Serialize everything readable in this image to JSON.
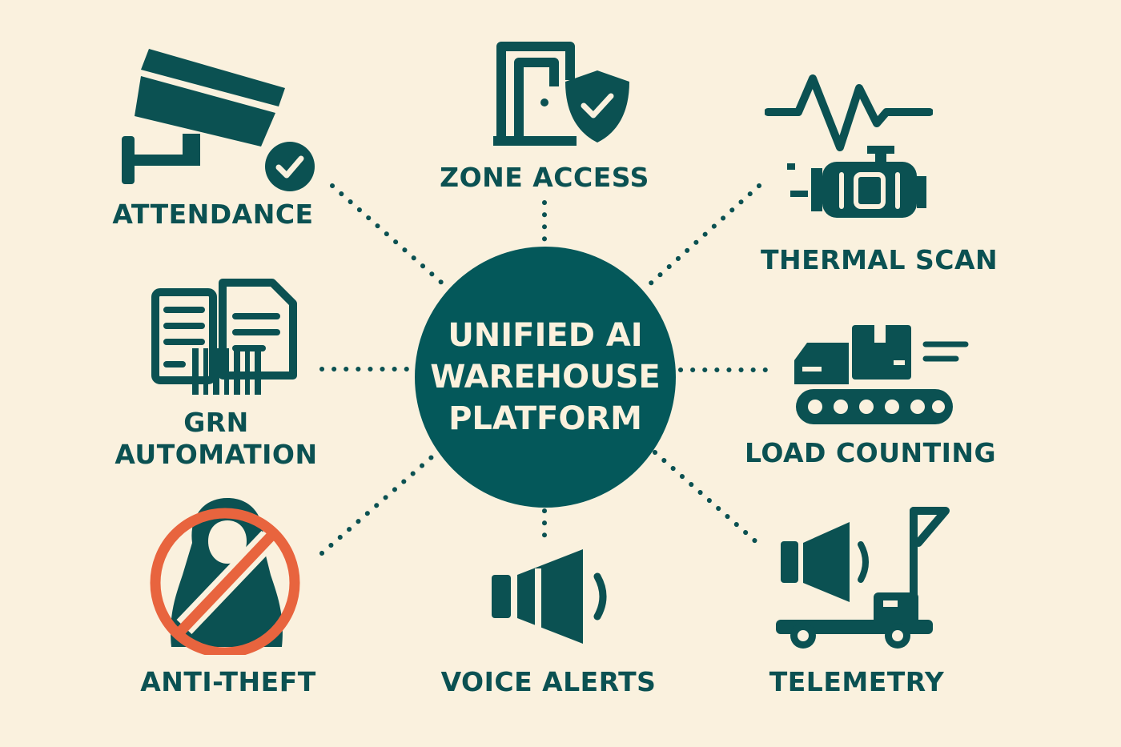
{
  "diagram": {
    "center": {
      "lines": [
        "UNIFIED AI",
        "WAREHOUSE",
        "PLATFORM"
      ]
    },
    "features": {
      "attendance": {
        "label": "ATTENDANCE",
        "icon": "cctv-camera-check-icon"
      },
      "zone_access": {
        "label": "ZONE ACCESS",
        "icon": "door-shield-icon"
      },
      "thermal_scan": {
        "label": "THERMAL SCAN",
        "icon": "heartbeat-motor-icon"
      },
      "grn_automation": {
        "lines": [
          "GRN",
          "AUTOMATION"
        ],
        "icon": "documents-barcode-icon"
      },
      "load_counting": {
        "label": "LOAD COUNTING",
        "icon": "conveyor-box-icon"
      },
      "anti_theft": {
        "label": "ANTI-THEFT",
        "icon": "no-thief-icon"
      },
      "voice_alerts": {
        "label": "VOICE ALERTS",
        "icon": "speaker-icon"
      },
      "telemetry": {
        "label": "TELEMETRY",
        "icon": "pallet-jack-speaker-icon"
      }
    },
    "colors": {
      "primary": "#04585a",
      "background": "#faf1de",
      "alert": "#e8643e",
      "hub_text": "#fbf1dd"
    }
  }
}
